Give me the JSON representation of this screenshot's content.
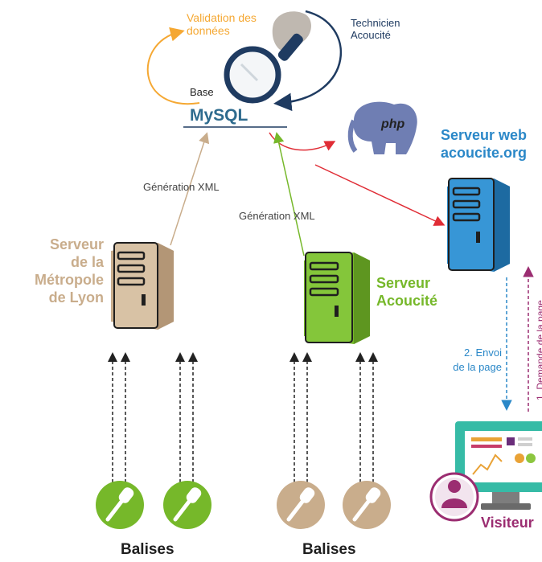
{
  "colors": {
    "orange": "#f5a833",
    "navy": "#1f3b61",
    "beige": "#c9ad8c",
    "green": "#76b82a",
    "blue": "#2b88c8",
    "red": "#e02d36",
    "purple": "#9b2d71",
    "grey": "#5a5a5a"
  },
  "icons": {
    "hand": "hand-holding-magnifier-icon",
    "db": "mysql-logo-icon",
    "php": "php-elephant-icon",
    "server": "server-icon",
    "sensor": "microphone-sensor-icon",
    "monitor": "monitor-icon",
    "user": "user-icon"
  },
  "labels": {
    "validation": "Validation des\ndonnées",
    "technicien": "Technicien\nAcoucité",
    "base": "Base",
    "mysql_logo": "MySQL",
    "php_logo": "php",
    "generation_xml_left": "Génération XML",
    "generation_xml_center": "Génération XML",
    "serveur_metropole": "Serveur\nde la\nMétropole\nde Lyon",
    "serveur_acoucite": "Serveur\nAcoucité",
    "serveur_web": "Serveur web\nacoucite.org",
    "envoi_page": "2. Envoi\nde la page",
    "demande_page": "1. Demande de la page",
    "visiteur": "Visiteur",
    "balises_left": "Balises",
    "balises_right": "Balises"
  }
}
